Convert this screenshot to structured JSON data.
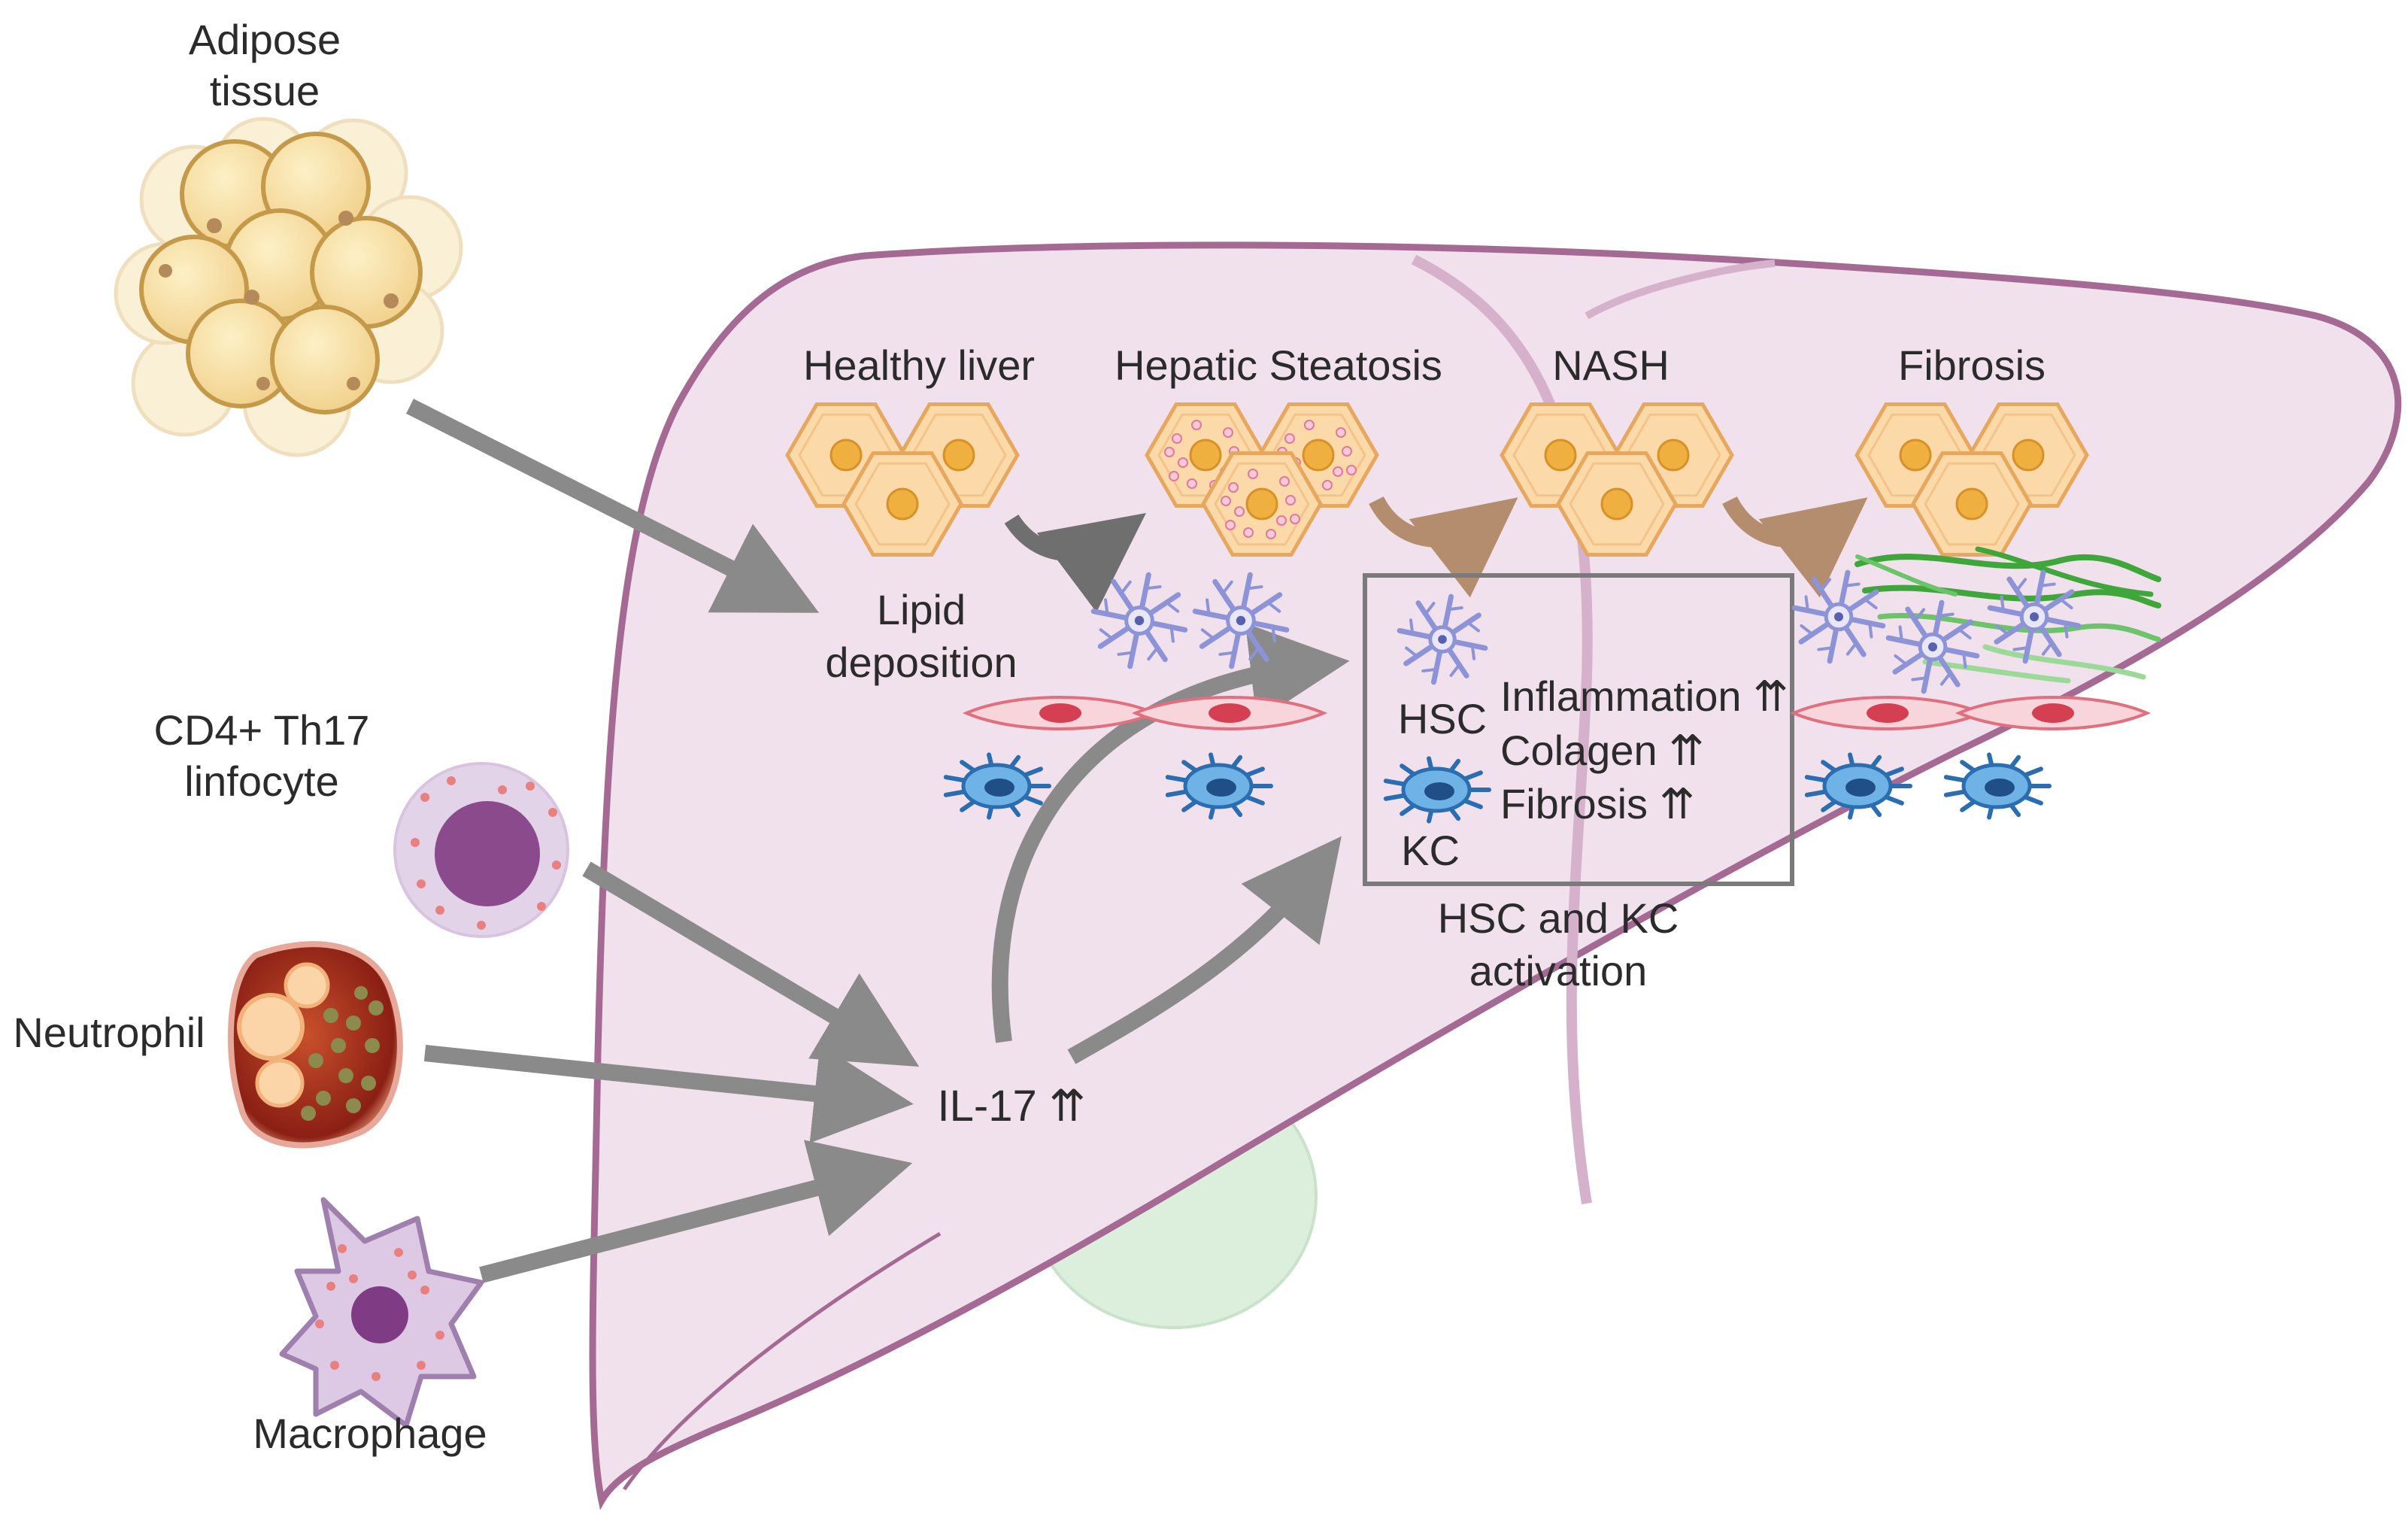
{
  "labels": {
    "adipose_line1": "Adipose",
    "adipose_line2": "tissue",
    "healthy_liver": "Healthy liver",
    "hepatic_steatosis": "Hepatic Steatosis",
    "nash": "NASH",
    "fibrosis": "Fibrosis",
    "lipid_line1": "Lipid",
    "lipid_line2": "deposition",
    "th17_line1": "CD4+ Th17",
    "th17_line2": "linfocyte",
    "neutrophil": "Neutrophil",
    "macrophage": "Macrophage",
    "il17": "IL-17 ⇈",
    "hsc": "HSC",
    "kc": "KC",
    "inflammation": "Inflammation ⇈",
    "colagen": "Colagen ⇈",
    "fibrosis_up": "Fibrosis ⇈",
    "activation_line1": "HSC and KC",
    "activation_line2": "activation"
  },
  "colors": {
    "liver_fill": "#f1e1ec",
    "liver_stroke": "#a56a93",
    "arrow_gray": "#8a8a8a",
    "arrow_brown": "#b48d6e",
    "hepatocyte": "#fbd9a8",
    "hepatocyte_nucleus": "#f0b040",
    "fibrosis_green": "#3ea63a",
    "hsc_blue": "#8c93d6",
    "kc_blue": "#2a7fc6",
    "endothelial_red": "#d44052",
    "adipocyte": "#f8dfa0"
  }
}
